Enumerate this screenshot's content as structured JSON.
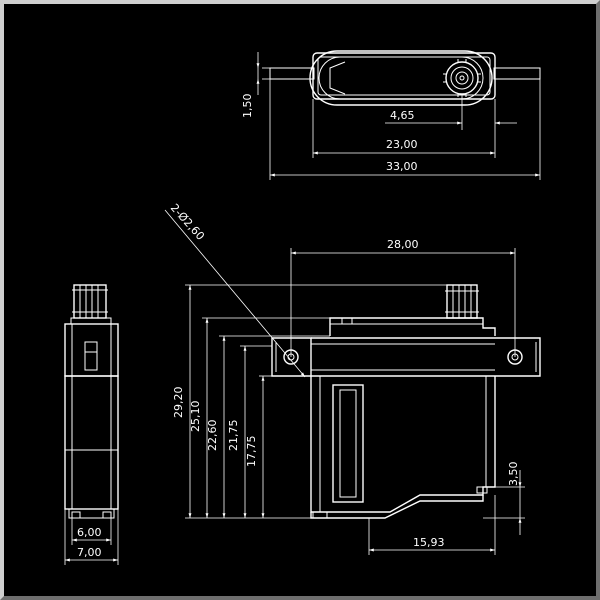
{
  "dimensions": {
    "top_height": "1,50",
    "top_offset": "4,65",
    "top_inner_width": "23,00",
    "top_overall_width": "33,00",
    "hole_spec": "2-Ø2,60",
    "mount_span": "28,00",
    "h_overall": "29,20",
    "h_top": "25,10",
    "h_flange_top": "22,60",
    "h_flange": "21,75",
    "h_mount": "17,75",
    "bottom_step": "3,50",
    "bottom_offset": "15,93",
    "side_inner": "6,00",
    "side_outer": "7,00"
  }
}
